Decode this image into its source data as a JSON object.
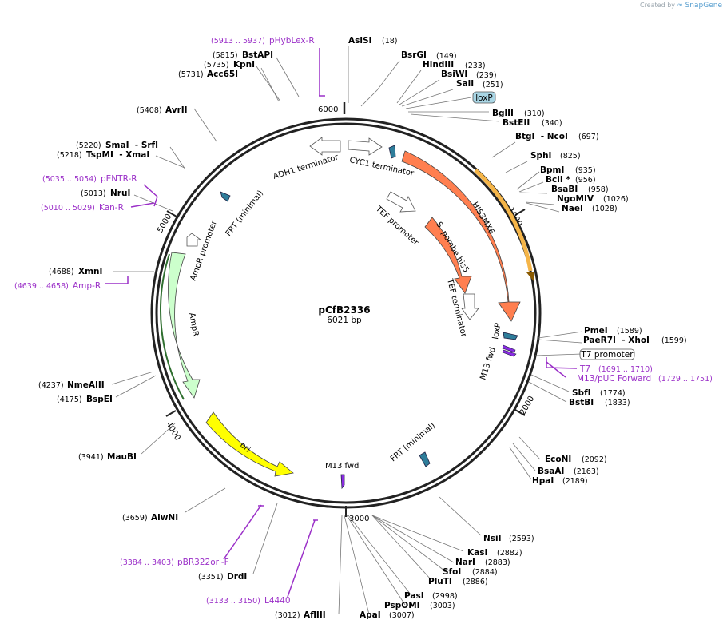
{
  "credit": {
    "prefix": "Created by",
    "brand": "SnapGene"
  },
  "plasmid": {
    "name": "pCfB2336",
    "length_label": "6021 bp",
    "length": 6021
  },
  "ticks": [
    "1000",
    "2000",
    "3000",
    "4000",
    "5000",
    "6000"
  ],
  "enzymes": [
    {
      "name": "AsiSI",
      "pos": "(18)"
    },
    {
      "name": "BsrGI",
      "pos": "(149)"
    },
    {
      "name": "HindIII",
      "pos": "(233)"
    },
    {
      "name": "BsiWI",
      "pos": "(239)"
    },
    {
      "name": "SalI",
      "pos": "(251)"
    },
    {
      "name": "BglII",
      "pos": "(310)"
    },
    {
      "name": "BstEII",
      "pos": "(340)"
    },
    {
      "name": "BtgI  - NcoI",
      "pos": "(697)"
    },
    {
      "name": "SphI",
      "pos": "(825)"
    },
    {
      "name": "BpmI",
      "pos": "(935)"
    },
    {
      "name": "BclI *",
      "pos": "(956)"
    },
    {
      "name": "BsaBI",
      "pos": "(958)"
    },
    {
      "name": "NgoMIV",
      "pos": "(1026)"
    },
    {
      "name": "NaeI",
      "pos": "(1028)"
    },
    {
      "name": "PmeI",
      "pos": "(1589)"
    },
    {
      "name": "PaeR7I  - XhoI",
      "pos": "(1599)"
    },
    {
      "name": "SbfI",
      "pos": "(1774)"
    },
    {
      "name": "BstBI",
      "pos": "(1833)"
    },
    {
      "name": "EcoNI",
      "pos": "(2092)"
    },
    {
      "name": "BsaAI",
      "pos": "(2163)"
    },
    {
      "name": "HpaI",
      "pos": "(2189)"
    },
    {
      "name": "NsiI",
      "pos": "(2593)"
    },
    {
      "name": "KasI",
      "pos": "(2882)"
    },
    {
      "name": "NarI",
      "pos": "(2883)"
    },
    {
      "name": "SfoI",
      "pos": "(2884)"
    },
    {
      "name": "PluTI",
      "pos": "(2886)"
    },
    {
      "name": "PasI",
      "pos": "(2998)"
    },
    {
      "name": "PspOMI",
      "pos": "(3003)"
    },
    {
      "name": "ApaI",
      "pos": "(3007)"
    },
    {
      "name": "AflIII",
      "pos": "(3012)"
    },
    {
      "name": "DrdI",
      "pos": "(3351)"
    },
    {
      "name": "AlwNI",
      "pos": "(3659)"
    },
    {
      "name": "MauBI",
      "pos": "(3941)"
    },
    {
      "name": "BspEI",
      "pos": "(4175)"
    },
    {
      "name": "NmeAIII",
      "pos": "(4237)"
    },
    {
      "name": "XmnI",
      "pos": "(4688)"
    },
    {
      "name": "NruI",
      "pos": "(5013)"
    },
    {
      "name": "TspMI  - XmaI",
      "pos": "(5218)"
    },
    {
      "name": "SmaI  - SrfI",
      "pos": "(5220)"
    },
    {
      "name": "AvrII",
      "pos": "(5408)"
    },
    {
      "name": "Acc65I",
      "pos": "(5731)"
    },
    {
      "name": "KpnI",
      "pos": "(5735)"
    },
    {
      "name": "BstAPI",
      "pos": "(5815)"
    }
  ],
  "primers": [
    {
      "name": "pHybLex-R",
      "pos": "(5913 .. 5937)"
    },
    {
      "name": "pENTR-R",
      "pos": "(5035 .. 5054)"
    },
    {
      "name": "Kan-R",
      "pos": "(5010 .. 5029)"
    },
    {
      "name": "Amp-R",
      "pos": "(4639 .. 4658)"
    },
    {
      "name": "T7",
      "pos": "(1691 .. 1710)"
    },
    {
      "name": "M13/pUC Forward",
      "pos": "(1729 .. 1751)"
    },
    {
      "name": "pBR322ori-F",
      "pos": "(3384 .. 3403)"
    },
    {
      "name": "L4440",
      "pos": "(3133 .. 3150)"
    }
  ],
  "boxed_features": [
    {
      "name": "loxP",
      "color": "#a9d6e5"
    },
    {
      "name": "T7 promoter",
      "color": "#ffffff"
    }
  ],
  "features": [
    {
      "name": "HIS3MX6",
      "color": "#ff7f50"
    },
    {
      "name": "S. pombe his5",
      "color": "#ff7f50"
    },
    {
      "name": "AmpR",
      "color": "#ccffcc"
    },
    {
      "name": "ori",
      "color": "#ffff00"
    },
    {
      "name": "CYC1 terminator",
      "color": "#ffffff"
    },
    {
      "name": "ADH1 terminator",
      "color": "#ffffff"
    },
    {
      "name": "TEF promoter",
      "color": "#ffffff"
    },
    {
      "name": "TEF terminator",
      "color": "#ffffff"
    },
    {
      "name": "AmpR promoter",
      "color": "#ffffff"
    },
    {
      "name": "FRT (minimal)",
      "color": "#2e7d9a"
    },
    {
      "name": "loxP",
      "color": "#2e7d9a"
    },
    {
      "name": "M13 fwd",
      "color": "#8a2be2"
    }
  ],
  "colors": {
    "primer": "#9b30c8",
    "his_feature": "#ff7f50",
    "ampr": "#ccffcc",
    "ori": "#ffff00",
    "small_feature": "#2e7d9a",
    "orf_highlight": "#f5b548"
  }
}
